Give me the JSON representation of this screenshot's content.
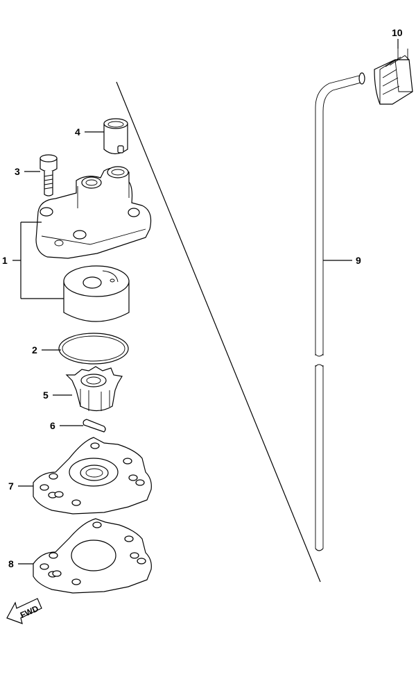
{
  "callouts": [
    {
      "id": "1",
      "label": "1"
    },
    {
      "id": "2",
      "label": "2"
    },
    {
      "id": "3",
      "label": "3"
    },
    {
      "id": "4",
      "label": "4"
    },
    {
      "id": "5",
      "label": "5"
    },
    {
      "id": "6",
      "label": "6"
    },
    {
      "id": "7",
      "label": "7"
    },
    {
      "id": "8",
      "label": "8"
    },
    {
      "id": "9",
      "label": "9"
    },
    {
      "id": "10",
      "label": "10"
    }
  ],
  "direction_arrow": {
    "label": "FWD"
  }
}
